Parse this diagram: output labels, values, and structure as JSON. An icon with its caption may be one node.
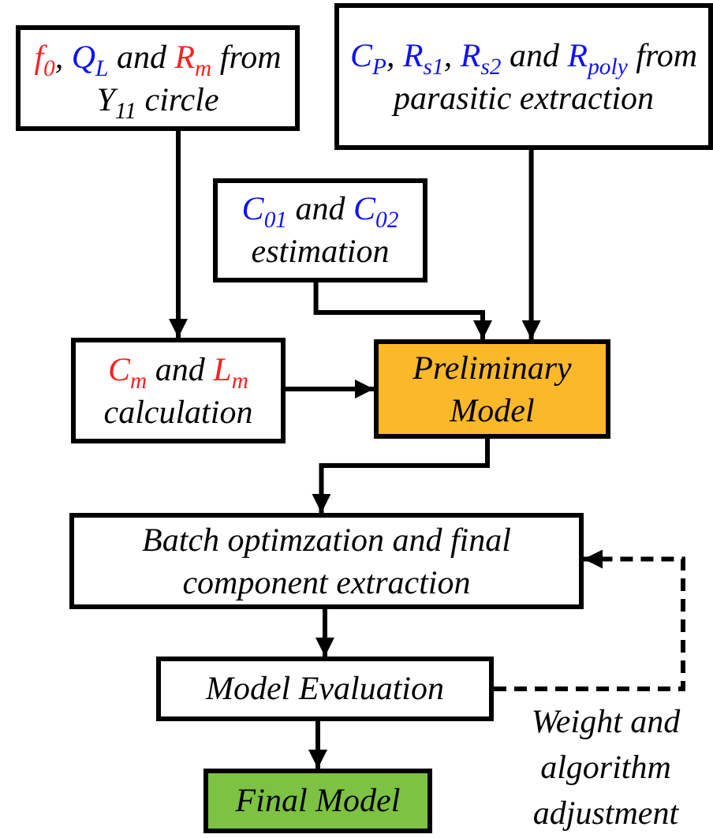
{
  "diagram": {
    "nodes": [
      {
        "text": [
          "f$_{0}$, Q$_{L}$ and R$_{m}$ from Y$_{11}$ circle"
        ]
      },
      {
        "text": [
          "C$_{P}$, R$_{s1}$, R$_{s2}$ and R$_{poly}$ from parasitic extraction"
        ]
      },
      {
        "text": [
          "C$_{01}$ and C$_{02}$ estimation"
        ]
      },
      {
        "text": [
          "C$_{m}$ and L$_{m}$ calculation"
        ]
      },
      {
        "text": [
          "Preliminary Model"
        ]
      },
      {
        "text": [
          "Batch optimzation and final component extraction"
        ]
      },
      {
        "text": [
          "Model Evaluation"
        ]
      },
      {
        "text": [
          "Final Model"
        ]
      }
    ],
    "edges": [
      {
        "from": 0,
        "to": 3,
        "arrow": "to"
      },
      {
        "from": 2,
        "to": 4,
        "arrow": "to"
      },
      {
        "from": 1,
        "to": 4,
        "arrow": "to"
      },
      {
        "from": 3,
        "to": 4,
        "arrow": "to"
      },
      {
        "from": 4,
        "to": 5,
        "arrow": "to"
      },
      {
        "from": 5,
        "to": 6,
        "arrow": "to"
      },
      {
        "from": 6,
        "to": 7,
        "arrow": "to"
      },
      {
        "from": 6,
        "to": 5,
        "arrow": "to",
        "style": "dashed",
        "label": "Weight and algorithm adjustment"
      }
    ]
  }
}
